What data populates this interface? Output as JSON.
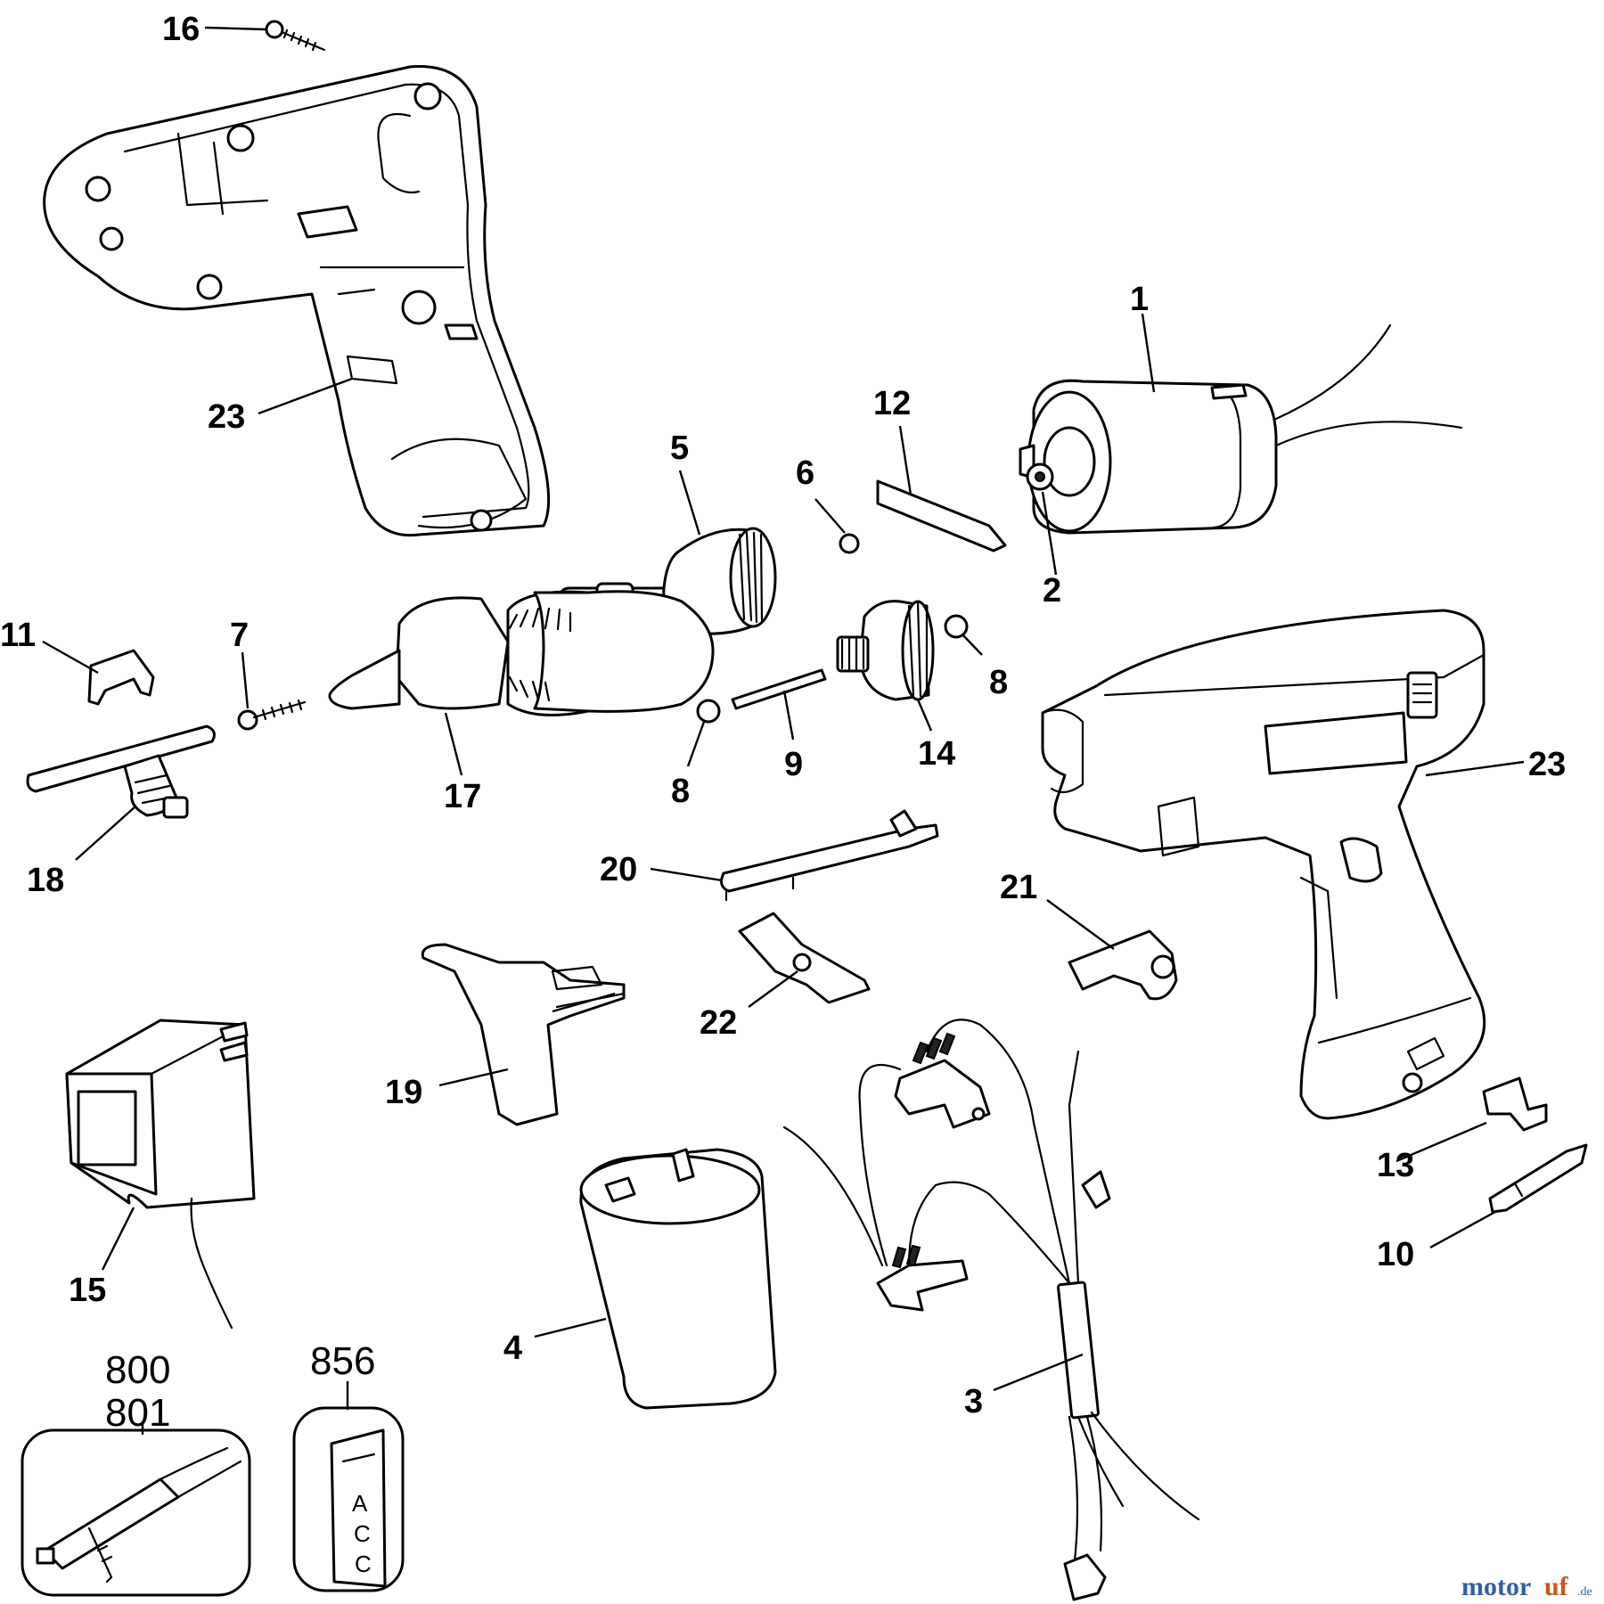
{
  "labels": {
    "l1": "1",
    "l2": "2",
    "l3": "3",
    "l4": "4",
    "l5": "5",
    "l6": "6",
    "l7": "7",
    "l8a": "8",
    "l8b": "8",
    "l9": "9",
    "l10": "10",
    "l11": "11",
    "l12": "12",
    "l13": "13",
    "l14": "14",
    "l15": "15",
    "l16": "16",
    "l17": "17",
    "l18": "18",
    "l19": "19",
    "l20": "20",
    "l21": "21",
    "l22": "22",
    "l23a": "23",
    "l23b": "23",
    "l800": "800",
    "l801": "801",
    "l856": "856"
  },
  "accessory_tag": {
    "a": "A",
    "c1": "C",
    "c2": "C"
  },
  "watermark": {
    "brand_a": "motor",
    "brand_b": "uf",
    "suffix": ".de"
  }
}
